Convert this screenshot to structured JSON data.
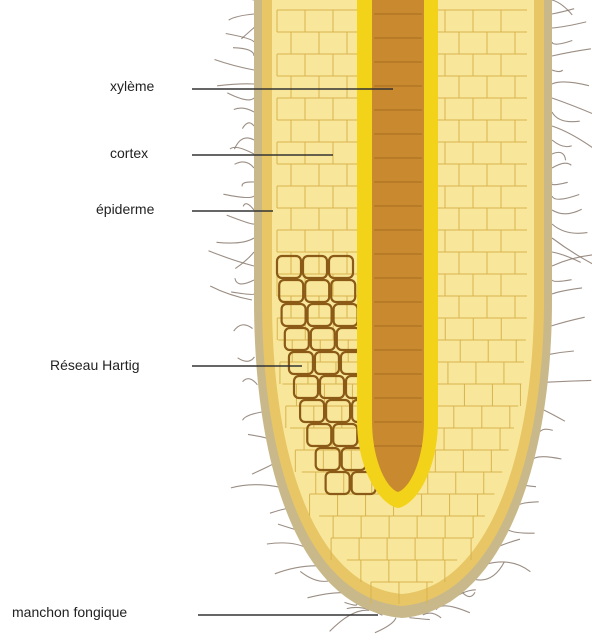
{
  "diagram": {
    "labels": {
      "xylem": "xylème",
      "cortex": "cortex",
      "epidermis": "épiderme",
      "hartig_net": "Réseau Hartig",
      "fungal_mantle": "manchon fongique"
    },
    "colors": {
      "background": "#ffffff",
      "fungal_mantle": "#c9b98a",
      "epidermis_band": "#e8c665",
      "cortex_fill": "#f8e79a",
      "vascular_band": "#f3d21a",
      "xylem_core": "#c98a2f",
      "hartig_net": "#8a5a16",
      "hyphae": "#8a7a6e",
      "label_text": "#222222"
    }
  }
}
